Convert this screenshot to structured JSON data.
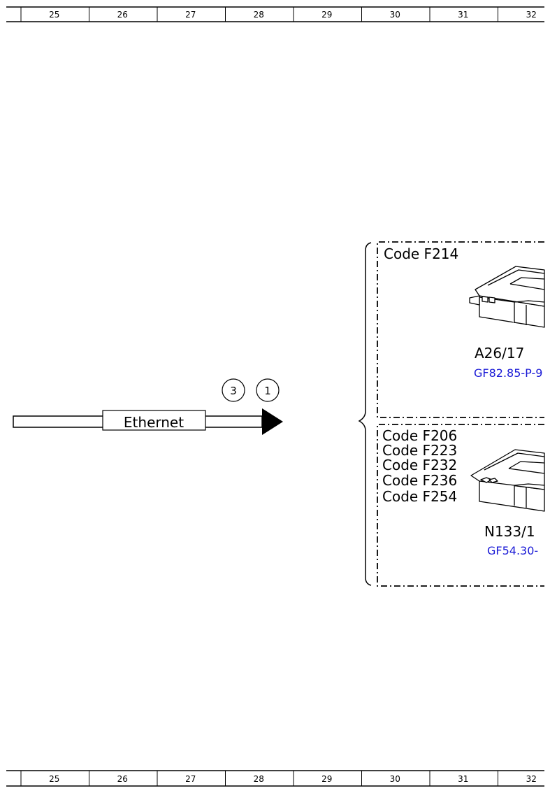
{
  "ruler": {
    "columns": [
      "25",
      "26",
      "27",
      "28",
      "29",
      "30",
      "31",
      "32"
    ]
  },
  "bus": {
    "label": "Ethernet",
    "markers": [
      "3",
      "1"
    ]
  },
  "modules": [
    {
      "codes": [
        "Code F214"
      ],
      "id": "A26/17",
      "ref": "GF82.85-P-9"
    },
    {
      "codes": [
        "Code F206",
        "Code F223",
        "Code F232",
        "Code F236",
        "Code F254"
      ],
      "id": "N133/1",
      "ref": "GF54.30-"
    }
  ],
  "colors": {
    "line": "#000000",
    "ref_link": "#1a1ad6",
    "background": "#ffffff"
  }
}
